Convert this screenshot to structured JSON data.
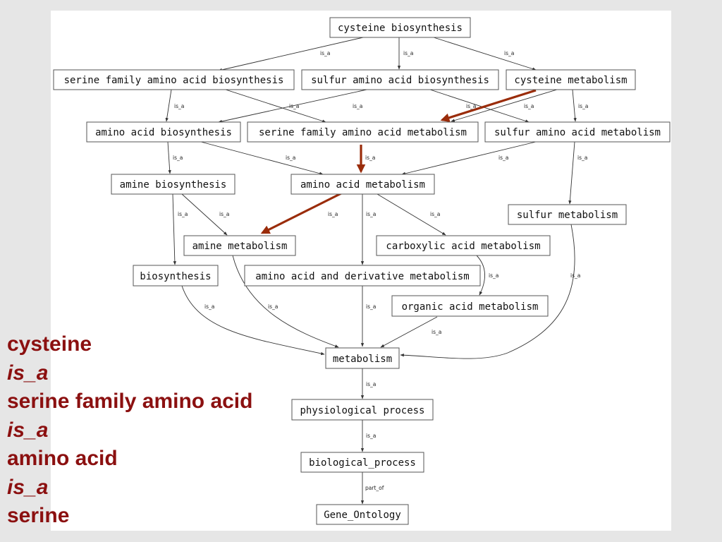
{
  "colors": {
    "background": "#e6e6e6",
    "panel": "#ffffff",
    "highlight": "#9a2c0a",
    "caption": "#8b1010"
  },
  "nodes": {
    "cysteine_biosynthesis": "cysteine biosynthesis",
    "serine_family_aa_biosynthesis": "serine family amino acid biosynthesis",
    "sulfur_aa_biosynthesis": "sulfur amino acid biosynthesis",
    "cysteine_metabolism": "cysteine metabolism",
    "amino_acid_biosynthesis": "amino acid biosynthesis",
    "serine_family_aa_metabolism": "serine family amino acid metabolism",
    "sulfur_aa_metabolism": "sulfur amino acid metabolism",
    "amine_biosynthesis": "amine biosynthesis",
    "amino_acid_metabolism": "amino acid metabolism",
    "sulfur_metabolism": "sulfur metabolism",
    "amine_metabolism": "amine metabolism",
    "carboxylic_acid_metabolism": "carboxylic acid metabolism",
    "biosynthesis": "biosynthesis",
    "aa_and_derivative_metabolism": "amino acid and derivative metabolism",
    "organic_acid_metabolism": "organic acid metabolism",
    "metabolism": "metabolism",
    "physiological_process": "physiological process",
    "biological_process": "biological_process",
    "gene_ontology": "Gene_Ontology"
  },
  "relation_labels": {
    "is_a": "is_a",
    "part_of": "part_of"
  },
  "caption": {
    "line1": "cysteine",
    "line2": "is_a",
    "line3": "serine family amino acid",
    "line4": "is_a",
    "line5": "amino acid",
    "line6": "is_a",
    "line7": "serine"
  }
}
